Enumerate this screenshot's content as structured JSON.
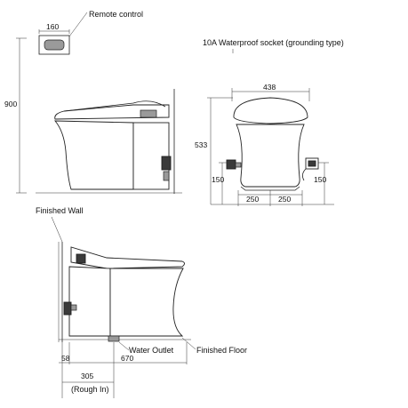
{
  "labels": {
    "remote_control": "Remote control",
    "socket": "10A Waterproof socket (grounding type)",
    "finished_wall": "Finished  Wall",
    "water_outlet": "Water  Outlet",
    "finished_floor": "Finished Floor",
    "rough_in": "(Rough In)"
  },
  "dimensions": {
    "remote_width": "160",
    "height_total": "900",
    "width_front": "438",
    "height_front": "533",
    "socket_left_height": "150",
    "socket_right_height": "150",
    "half_width_left": "250",
    "half_width_right": "250",
    "wall_offset": "58",
    "depth": "670",
    "rough_in": "305"
  }
}
